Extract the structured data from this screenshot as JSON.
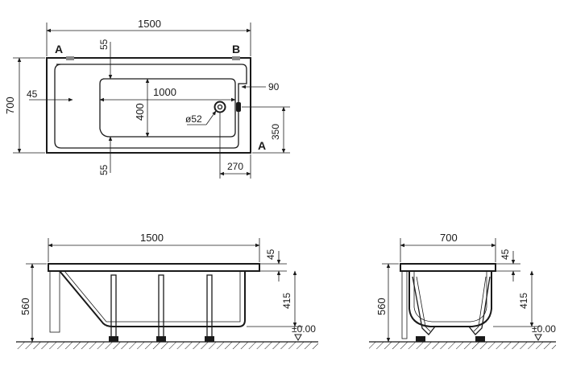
{
  "plan": {
    "width_mm": "1500",
    "depth_mm": "700",
    "inner_length_mm": "1000",
    "inner_width_mm": "400",
    "rim_top_mm": "55",
    "rim_bottom_mm": "55",
    "rim_left_mm": "45",
    "overflow_offset_mm": "90",
    "drain_diameter": "ø52",
    "drain_from_side_mm": "350",
    "drain_from_end_mm": "270",
    "section_a": "A",
    "section_b": "B"
  },
  "front": {
    "length_mm": "1500",
    "rim_mm": "45",
    "depth_mm": "415",
    "height_mm": "560",
    "floor_level": "±0.00"
  },
  "side": {
    "width_mm": "700",
    "rim_mm": "45",
    "depth_mm": "415",
    "height_mm": "560",
    "floor_level": "±0.00"
  }
}
